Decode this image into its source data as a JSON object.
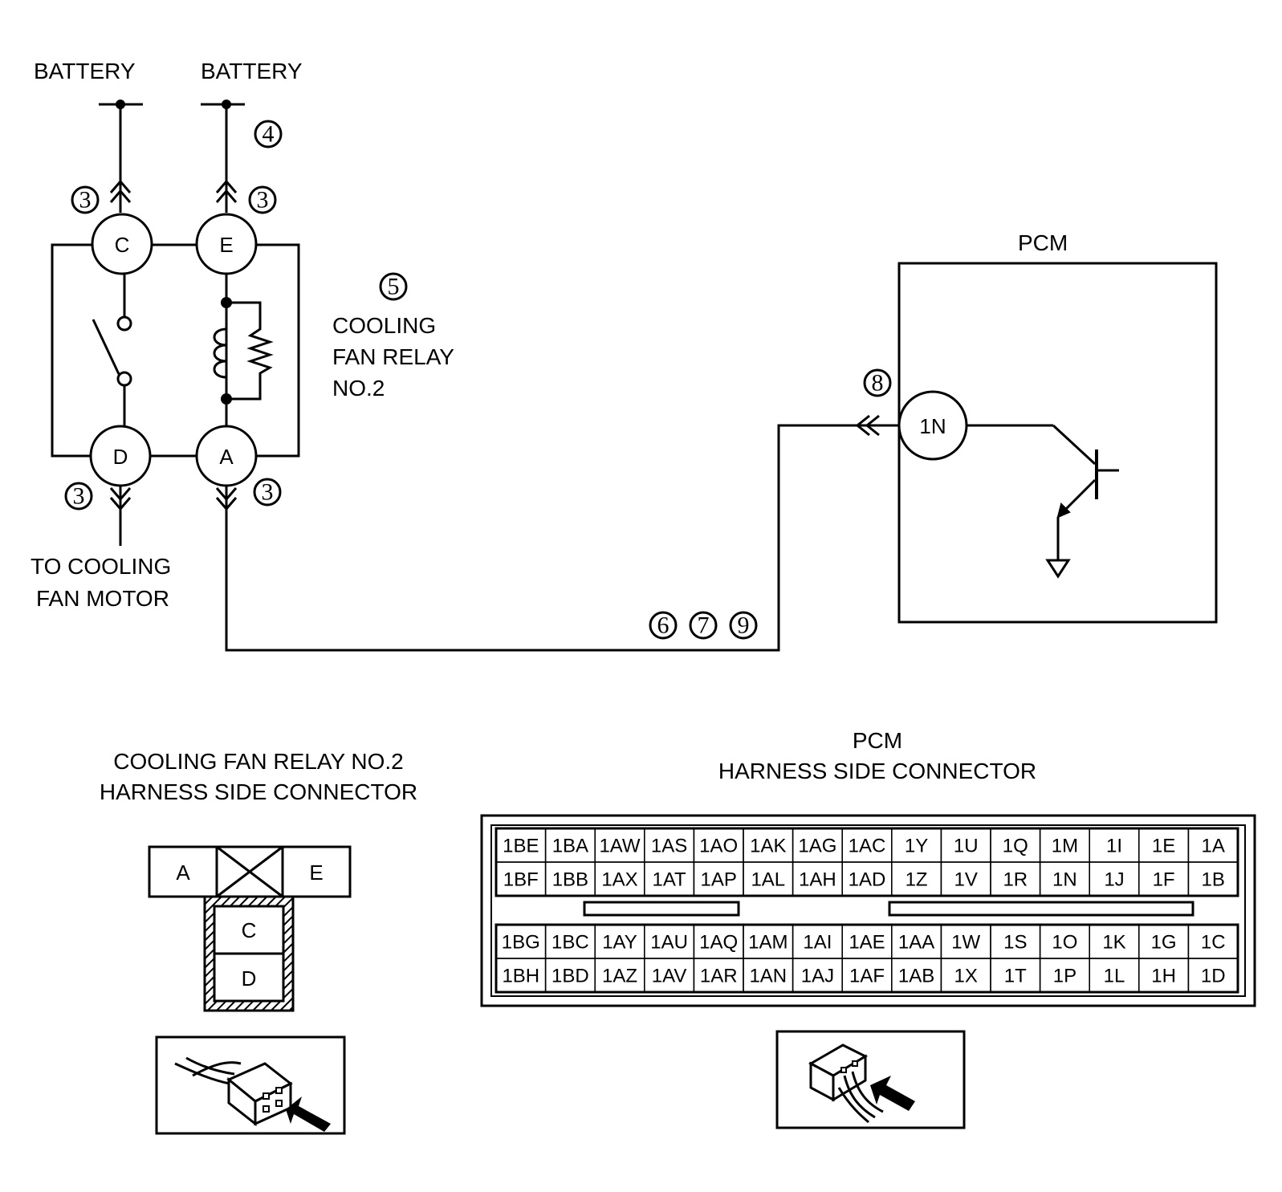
{
  "schematic": {
    "battery_left": "BATTERY",
    "battery_right": "BATTERY",
    "relay_label": [
      "COOLING",
      "FAN RELAY",
      "NO.2"
    ],
    "to_motor_label": [
      "TO COOLING",
      "FAN MOTOR"
    ],
    "pcm_label": "PCM",
    "pins": {
      "c": "C",
      "e": "E",
      "d": "D",
      "a": "A",
      "pcm_1n": "1N"
    },
    "steps": {
      "s3": "3",
      "s4": "4",
      "s5": "5",
      "s6": "6",
      "s7": "7",
      "s8": "8",
      "s9": "9"
    }
  },
  "relay_connector": {
    "title": [
      "COOLING FAN RELAY NO.2",
      "HARNESS SIDE CONNECTOR"
    ],
    "pins": {
      "a": "A",
      "e": "E",
      "c": "C",
      "d": "D"
    }
  },
  "pcm_connector": {
    "title": [
      "PCM",
      "HARNESS SIDE CONNECTOR"
    ],
    "upper_rows": [
      [
        "1BE",
        "1BA",
        "1AW",
        "1AS",
        "1AO",
        "1AK",
        "1AG",
        "1AC",
        "1Y",
        "1U",
        "1Q",
        "1M",
        "1I",
        "1E",
        "1A"
      ],
      [
        "1BF",
        "1BB",
        "1AX",
        "1AT",
        "1AP",
        "1AL",
        "1AH",
        "1AD",
        "1Z",
        "1V",
        "1R",
        "1N",
        "1J",
        "1F",
        "1B"
      ]
    ],
    "lower_rows": [
      [
        "1BG",
        "1BC",
        "1AY",
        "1AU",
        "1AQ",
        "1AM",
        "1AI",
        "1AE",
        "1AA",
        "1W",
        "1S",
        "1O",
        "1K",
        "1G",
        "1C"
      ],
      [
        "1BH",
        "1BD",
        "1AZ",
        "1AV",
        "1AR",
        "1AN",
        "1AJ",
        "1AF",
        "1AB",
        "1X",
        "1T",
        "1P",
        "1L",
        "1H",
        "1D"
      ]
    ]
  }
}
